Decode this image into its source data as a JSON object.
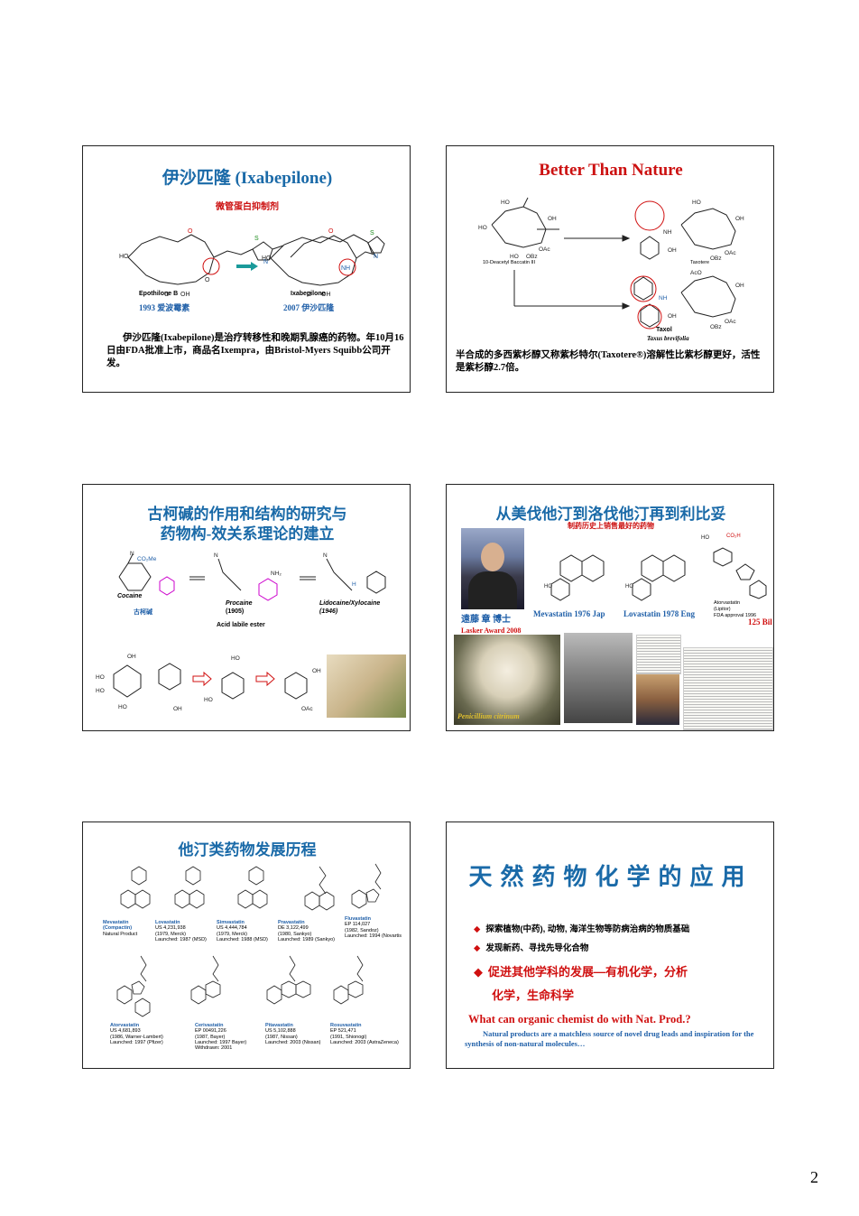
{
  "page_number": "2",
  "slide1": {
    "title": "伊沙匹隆 (Ixabepilone)",
    "subtitle": "微管蛋白抑制剂",
    "mol1_name": "Epothilone B",
    "mol1_year": "1993 爱波霉素",
    "mol2_name": "Ixabepilone",
    "mol2_year": "2007 伊沙匹隆",
    "body": "伊沙匹隆(Ixabepilone)是治疗转移性和晚期乳腺癌的药物。年10月16日由FDA批准上市，商品名Ixempra，由Bristol-Myers Squibb公司开发。"
  },
  "slide2": {
    "title": "Better Than Nature",
    "label_baccatin": "10-Deacetyl Baccatin III",
    "label_taxotere": "Taxotere",
    "label_taxol": "Taxol",
    "label_taxus": "Taxus brevifolia",
    "body": "半合成的多西紫杉醇又称紫杉特尔(Taxotere®)溶解性比紫杉醇更好，活性是紫杉醇2.7倍。"
  },
  "slide3": {
    "title_line1": "古柯碱的作用和结构的研究与",
    "title_line2": "药物构-效关系理论的建立",
    "cocaine": "Cocaine",
    "cocaine_cn": "古柯碱",
    "procaine": "Procaine",
    "procaine_year": "(1905)",
    "lidocaine": "Lidocaine/Xylocaine",
    "lidocaine_year": "(1946)",
    "acid_labile": "Acid labile ester"
  },
  "slide4": {
    "title": "从美伐他汀到洛伐他汀再到利比妥",
    "subtitle": "制药历史上销售最好的药物",
    "person": "遠藤 章 博士",
    "award": "Lasker Award 2008",
    "mevastatin": "Mevastatin 1976 Jap",
    "lovastatin": "Lovastatin 1978 Eng",
    "atorvastatin": "Atorvastatin",
    "lipitor": "(Lipitor)",
    "fda": "FDA approval 1996",
    "sales": "125 Bil",
    "penicillium": "Penicillium citrinum"
  },
  "slide5": {
    "title": "他汀类药物发展历程",
    "drugs_row1": [
      {
        "name": "Mevastatin\n(Compactin)",
        "info": "Natural Product"
      },
      {
        "name": "Lovastatin",
        "info": "US 4,231,938\n(1979, Merck)\nLaunched: 1987 (MSD)"
      },
      {
        "name": "Simvastatin",
        "info": "US 4,444,784\n(1979, Merck)\nLaunched: 1988 (MSD)"
      },
      {
        "name": "Pravastatin",
        "info": "DE 3,122,499\n(1980, Sankyo)\nLaunched: 1989 (Sankyo)"
      },
      {
        "name": "Fluvastatin",
        "info": "EP 114,027\n(1982, Sandoz)\nLaunched: 1994 (Novartis"
      }
    ],
    "drugs_row2": [
      {
        "name": "Atorvastatin",
        "info": "US 4,681,893\n(1986, Warner-Lambert)\nLaunched: 1997 (Pfizer)"
      },
      {
        "name": "Cerivastatin",
        "info": "EP 00491,226\n(1987, Bayer)\nLaunched: 1997 Bayer)\nWithdrawn: 2001"
      },
      {
        "name": "Pitavastatin",
        "info": "US 5,102,888\n(1987, Nissan)\nLaunched: 2003 (Nissan)"
      },
      {
        "name": "Rosuvastatin",
        "info": "EP 521,471\n(1991, Shionogi)\nLaunched: 2003 (AstraZeneca)"
      }
    ]
  },
  "slide6": {
    "title": "天然药物化学的应用",
    "bullet1": "探索植物(中药), 动物, 海洋生物等防病治病的物质基础",
    "bullet2": "发现新药、寻找先导化合物",
    "bullet3_line1": "促进其他学科的发展—有机化学，分析",
    "bullet3_line2": "化学，生命科学",
    "question": "What can organic chemist do with Nat. Prod.?",
    "note": "Natural products are a matchless source of novel drug leads and inspiration for the synthesis of non-natural molecules…"
  },
  "colors": {
    "title_blue": "#1a6aa8",
    "title_red": "#cc1111",
    "accent_red": "#d01010",
    "arrow_teal": "#1a9a9a",
    "magenta": "#cc00cc"
  }
}
